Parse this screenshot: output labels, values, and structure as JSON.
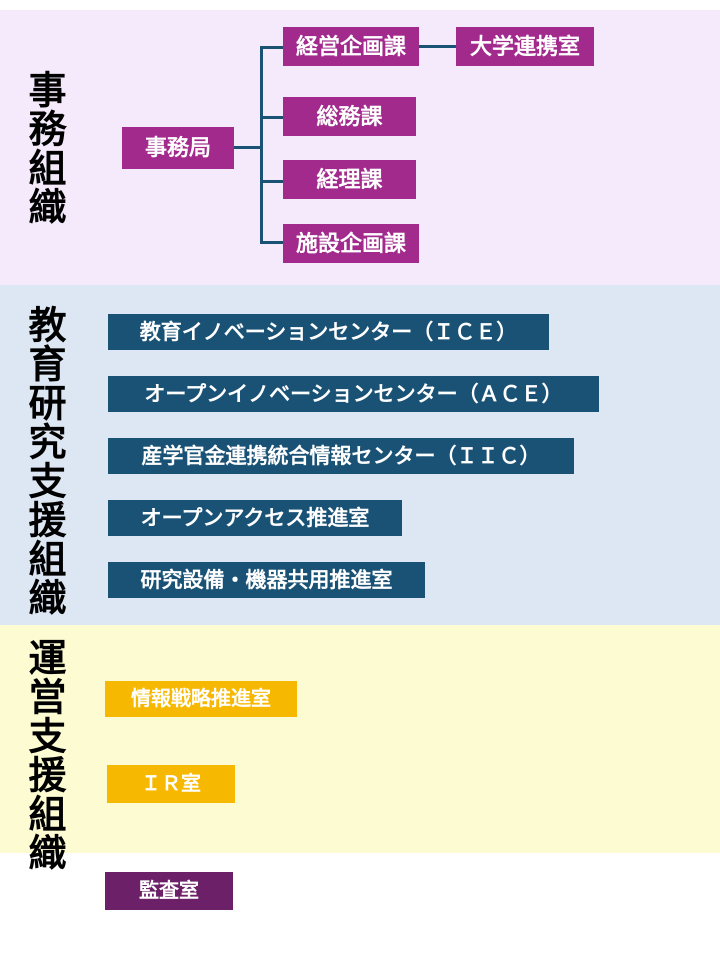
{
  "colors": {
    "band_jimu_bg": "#f4eafb",
    "band_kyoiku_bg": "#dce7f3",
    "band_unei_bg": "#fdfbd2",
    "page_bg": "#ffffff",
    "magenta": "#a12a8c",
    "navy": "#1a5276",
    "amber": "#f6b800",
    "plum": "#6b2068",
    "connector": "#1a5276",
    "node_text": "#ffffff",
    "label_text": "#000000"
  },
  "sections": {
    "jimu": {
      "label": "事務組織",
      "root": {
        "label": "事務局"
      },
      "children": [
        {
          "label": "経営企画課"
        },
        {
          "label": "総務課"
        },
        {
          "label": "経理課"
        },
        {
          "label": "施設企画課"
        }
      ],
      "sub_children": [
        {
          "label": "大学連携室",
          "parent": "経営企画課"
        }
      ]
    },
    "kyoiku": {
      "label": "教育研究支援組織",
      "items": [
        {
          "label": "教育イノベーションセンター（ＩＣＥ）"
        },
        {
          "label": "オープンイノベーションセンター（ＡＣＥ）"
        },
        {
          "label": "産学官金連携統合情報センター（ＩＩＣ）"
        },
        {
          "label": "オープンアクセス推進室"
        },
        {
          "label": "研究設備・機器共用推進室"
        }
      ]
    },
    "unei": {
      "label": "運営支援組織",
      "items": [
        {
          "label": "情報戦略推進室"
        },
        {
          "label": "ＩＲ室"
        }
      ]
    },
    "standalone": {
      "items": [
        {
          "label": "監査室"
        }
      ]
    }
  }
}
